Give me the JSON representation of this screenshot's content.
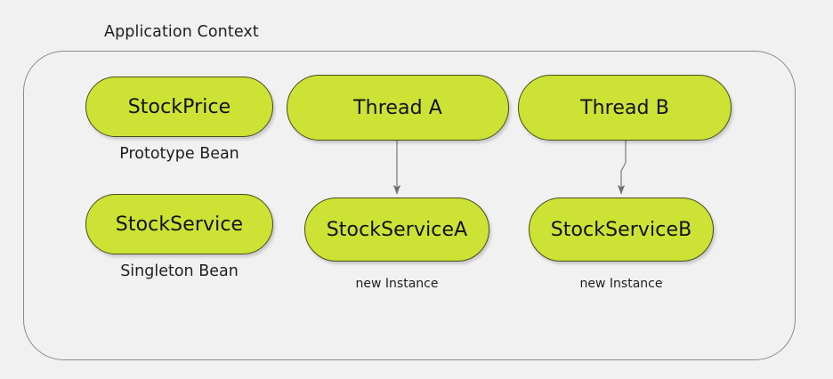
{
  "diagram": {
    "title": "Application Context",
    "background_color": "#f1f1f1",
    "node_fill_color": "#cce234",
    "node_border_color": "#4c4c1e",
    "container_border_color": "#8a8a8a",
    "connector_color": "#7a7a7a",
    "nodes": [
      {
        "id": "stockprice",
        "label": "StockPrice"
      },
      {
        "id": "threada",
        "label": "Thread A"
      },
      {
        "id": "threadb",
        "label": "Thread B"
      },
      {
        "id": "stockservice",
        "label": "StockService"
      },
      {
        "id": "stockservicea",
        "label": "StockServiceA"
      },
      {
        "id": "stockserviceb",
        "label": "StockServiceB"
      }
    ],
    "captions": [
      {
        "id": "prototype",
        "text": "Prototype Bean"
      },
      {
        "id": "singleton",
        "text": "Singleton Bean"
      },
      {
        "id": "newinst_a",
        "text": "new Instance"
      },
      {
        "id": "newinst_b",
        "text": "new Instance"
      }
    ],
    "connectors": [
      {
        "id": "threada-to-stockservicea",
        "from": "threada",
        "to": "stockservicea",
        "style": "straight-arrow"
      },
      {
        "id": "threadb-to-stockserviceb",
        "from": "threadb",
        "to": "stockserviceb",
        "style": "jogged-arrow"
      }
    ]
  }
}
